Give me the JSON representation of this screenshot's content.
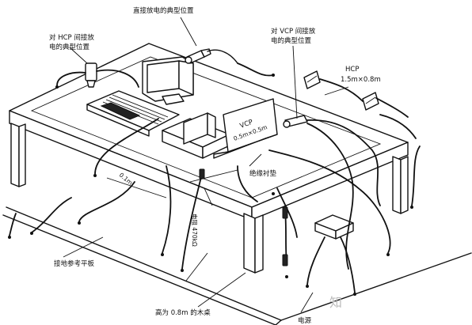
{
  "labels": {
    "direct_discharge": "直接放电的典型位置",
    "hcp_indirect": [
      "对 HCP 间接放",
      "电的典型位置"
    ],
    "vcp_indirect": [
      "对 VCP 间接放",
      "电的典型位置"
    ],
    "hcp": "HCP",
    "hcp_size": "1.5m×0.8m",
    "vcp": "VCP",
    "vcp_size": "0.5m×0.5m",
    "insulation_pad": "绝缘衬垫",
    "dimension_01m": "0.1m",
    "resistor": "电阻 470kΩ",
    "ground_plane": "接地参考平板",
    "table_height": "高为 0.8m 的木桌",
    "power": "电源",
    "watermark": "知"
  },
  "colors": {
    "ink": "#111111",
    "paper": "#ffffff",
    "shade": "#d9d9d9"
  }
}
